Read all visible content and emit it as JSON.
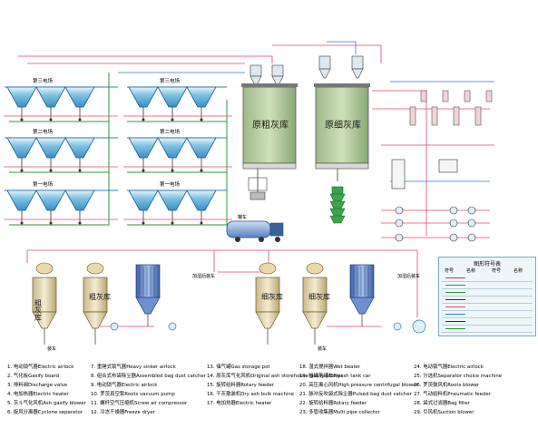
{
  "diagram": {
    "field_labels_top": [
      "第三电场",
      "第三电场"
    ],
    "field_labels_mid": [
      "第二电场",
      "第二电场"
    ],
    "field_labels_low": [
      "第一电场",
      "第一电场"
    ],
    "silo_top_left": "原粗灰库",
    "silo_top_right": "原细灰库",
    "silo_bottom": [
      "粗灰库",
      "粗灰库",
      "细灰库",
      "细灰库"
    ],
    "truck_labels": [
      "装车",
      "装车"
    ],
    "right_labels": [
      "加湿后装车"
    ],
    "vent_labels": [
      "加湿后装车",
      "加湿后装车"
    ],
    "tank_car_label": "罐车"
  },
  "symbol_table": {
    "title": "图形符号表",
    "headers": [
      "符号",
      "名称",
      "符号",
      "名称"
    ]
  },
  "legend": [
    "1. 电动锁气器Electric airlock",
    "2. 气化板Gasify board",
    "3. 排料阀Discharge valve",
    "4. 电加热器Electric heater",
    "5. 灰斗气化风机Ash gasify blower",
    "6. 旋风分离器Cyclone separator",
    "7. 重锤式锁气器Heavy sinker airlock",
    "8. 组合式布袋除尘器Assembled bag dust catcher",
    "9. 电动锁气器Electric airlock",
    "10. 罗茨真空泵Roots vacuum pump",
    "11. 螺杆空气压缩机Screw air compressor",
    "12. 冷冻干燥器Freeze dryer",
    "13. 储气罐Gas storage pot",
    "14. 原灰库气化风机Original ash storehouse gasify blower",
    "15. 旋转给料器Rotary feeder",
    "16. 干灰散装机Dry ash bulk machine",
    "17. 电加热器Electric heater",
    "18. 湿式搅拌器Wet beater",
    "19. 粉煤灰罐车Flyash tank car",
    "20. 高压离心风机High pressure centrifugal blower",
    "21. 脉冲反吹袋式除尘器Pulsed bag dust catcher",
    "22. 旋转给料器Rotary feeder",
    "23. 多管收集器Multi pipe collector",
    "24. 电动锁气器Electric airlock",
    "25. 分选机Separator choice machine",
    "26. 罗茨鼓风机Roots blower",
    "27. 气动给料机Pneumatic feeder",
    "28. 袋式过滤器Bag filter",
    "29. 引风机Suction blower"
  ]
}
